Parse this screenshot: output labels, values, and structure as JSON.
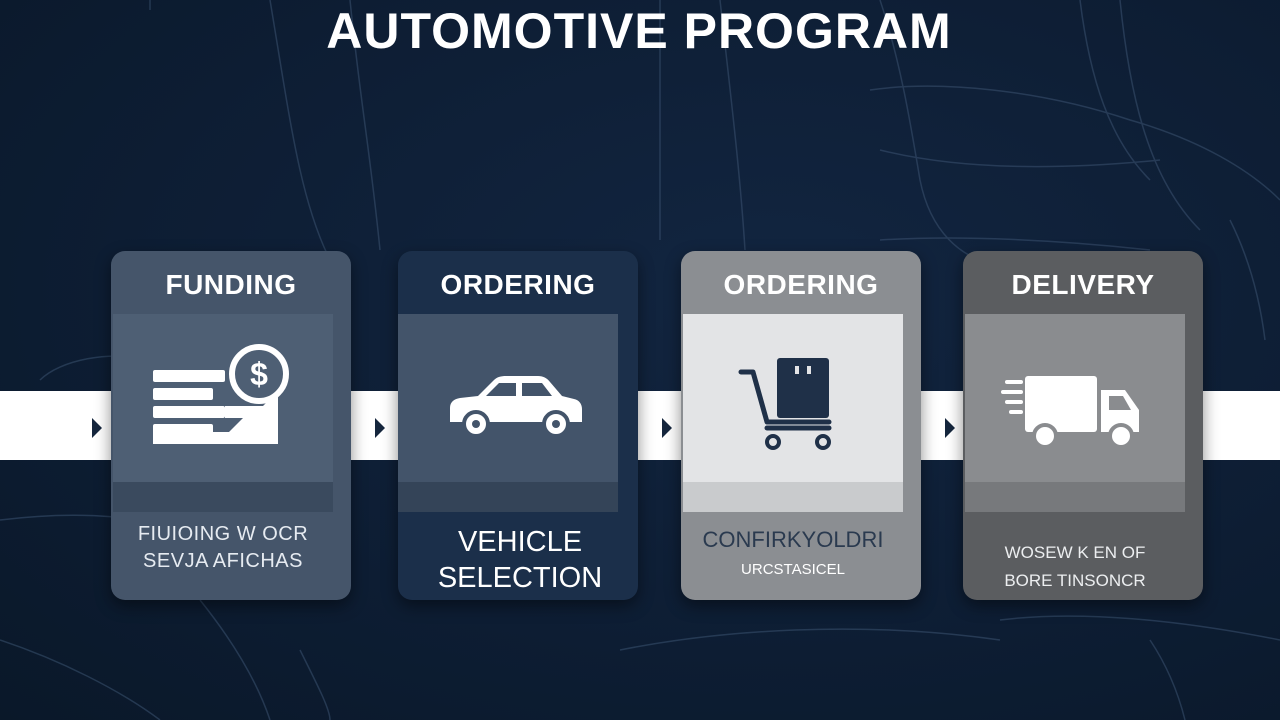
{
  "header": {
    "title": "AUTOMOTIVE PROGRAM"
  },
  "steps": [
    {
      "title": "FUNDING",
      "icon": "funding-dollar-icon",
      "text_lines": [
        "FIUIOING W OCR",
        "SEVJA AFICHAS"
      ]
    },
    {
      "title": "ORDERING",
      "icon": "car-icon",
      "text_lines": [
        "VEHICLE",
        "SELECTION"
      ]
    },
    {
      "title": "ORDERING",
      "icon": "shopping-cart-icon",
      "text_lines": [
        "CONFIRKYOLDRI",
        "URCSTASICEL"
      ]
    },
    {
      "title": "DELIVERY",
      "icon": "delivery-truck-icon",
      "text_lines": [
        "WOSEW K EN OF",
        "BORE TINSONCR"
      ]
    }
  ],
  "colors": {
    "background": "#0d1d33",
    "flow_band": "#ffffff",
    "card_1": "#45556a",
    "card_2": "#1b2f4a",
    "card_3": "#8b8e92",
    "card_4": "#5b5d60"
  }
}
